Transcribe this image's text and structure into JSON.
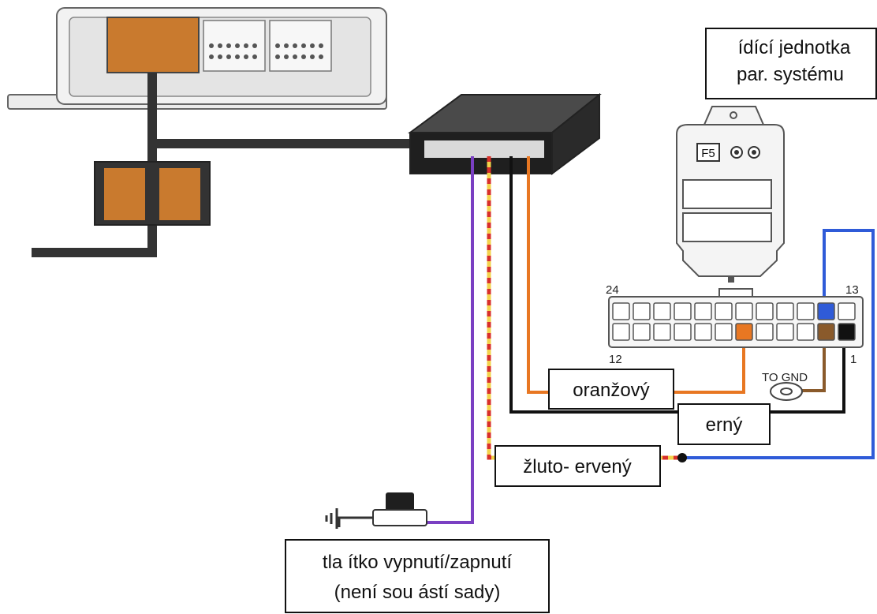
{
  "labels": {
    "control_unit_line1": "ídící jednotka",
    "control_unit_line2": "par. systému",
    "orange_wire": "oranžový",
    "black_wire": "erný",
    "yellow_red_wire": "žluto- ervený",
    "button_line1": "tla ítko vypnutí/zapnutí",
    "button_line2": "(není sou ástí sady)"
  },
  "connector": {
    "pin_top_left": "24",
    "pin_top_right": "13",
    "pin_bottom_left": "12",
    "pin_bottom_right": "1",
    "ground_label": "TO GND"
  },
  "module": {
    "badge": "F5"
  },
  "colors": {
    "orange": "#e87722",
    "black": "#111111",
    "blue": "#2f5bd8",
    "purple": "#7a3fc2",
    "yellow": "#f3d24b",
    "red": "#d8302a",
    "brown": "#8a5a2b",
    "ecu_connector": "#c97a2e"
  }
}
